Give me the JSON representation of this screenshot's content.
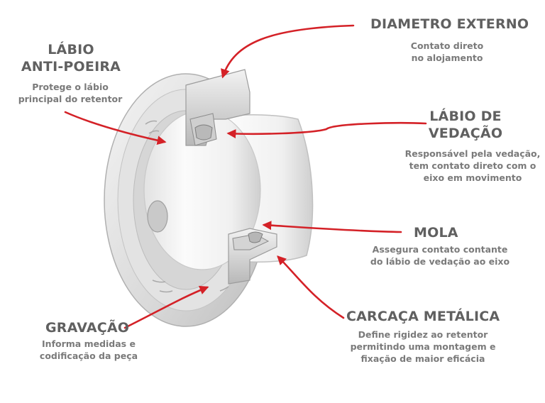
{
  "labels": {
    "diametro_externo": {
      "title": "DIAMETRO EXTERNO",
      "desc": [
        "Contato direto",
        "no alojamento"
      ]
    },
    "labio_antipoeira": {
      "title": [
        "LÁBIO",
        "ANTI-POEIRA"
      ],
      "desc": [
        "Protege o lábio",
        "principal do retentor"
      ]
    },
    "labio_vedacao": {
      "title": [
        "LÁBIO DE",
        "VEDAÇÃO"
      ],
      "desc": [
        "Responsável pela vedação,",
        "tem contato direto com o",
        "eixo em movimento"
      ]
    },
    "mola": {
      "title": "MOLA",
      "desc": [
        "Assegura contato contante",
        "do lábio de vedação ao eixo"
      ]
    },
    "gravacao": {
      "title": "GRAVAÇÃO",
      "desc": [
        "Informa medidas e",
        "codificação da peça"
      ]
    },
    "carcaca_metalica": {
      "title": "CARCAÇA METÁLICA",
      "desc": [
        "Define rigidez ao retentor",
        "permitindo uma montagem e",
        "fixação de maior eficácia"
      ]
    }
  },
  "colors": {
    "arrow": "#d42127",
    "text_title": "#606060",
    "text_desc": "#7a7a7a"
  }
}
